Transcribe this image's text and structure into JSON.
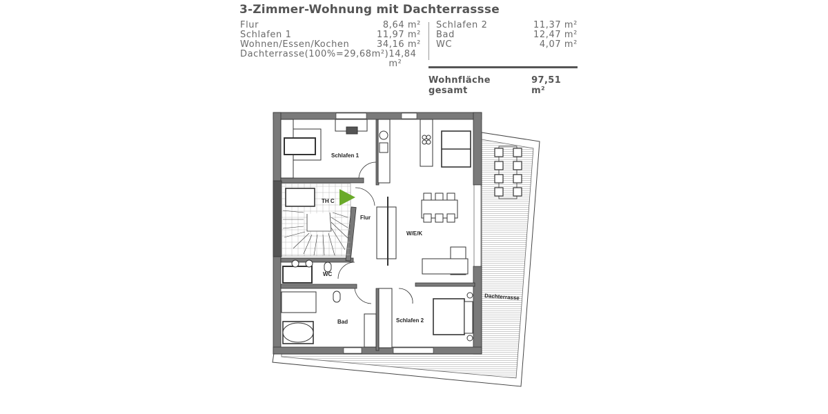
{
  "header": {
    "title": "3-Zimmer-Wohnung mit Dachterrassse"
  },
  "areas_left": [
    {
      "room": "Flur",
      "area": "8,64 m²"
    },
    {
      "room": "Schlafen 1",
      "area": "11,97 m²"
    },
    {
      "room": "Wohnen/Essen/Kochen",
      "area": "34,16 m²"
    },
    {
      "room": "Dachterrasse(100%=29,68m²)",
      "area": "14,84 m²"
    }
  ],
  "areas_right": [
    {
      "room": "Schlafen 2",
      "area": "11,37 m²"
    },
    {
      "room": "Bad",
      "area": "12,47 m²"
    },
    {
      "room": "WC",
      "area": "4,07 m²"
    }
  ],
  "total": {
    "label": "Wohnfläche gesamt",
    "value": "97,51 m²"
  },
  "floorplan": {
    "labels": {
      "schlafen1": "Schlafen 1",
      "thc": "TH C",
      "flur": "Flur",
      "wek": "W/E/K",
      "wc": "WC",
      "bad": "Bad",
      "schlafen2": "Schlafen 2",
      "dachterrasse": "Dachterrasse"
    },
    "colors": {
      "wall": "#7a7a7a",
      "marker": "#6aaa2a",
      "line": "#333333"
    }
  }
}
